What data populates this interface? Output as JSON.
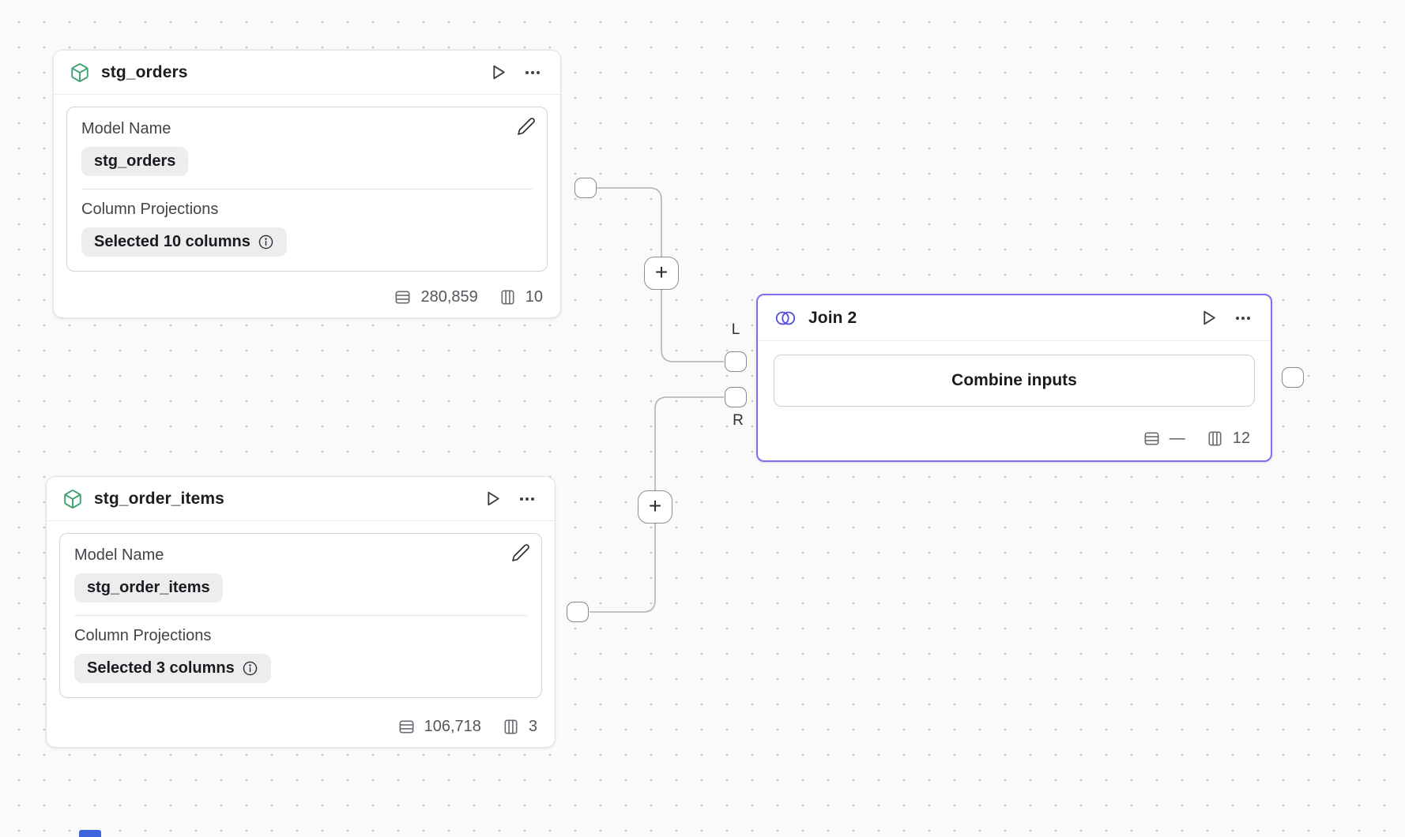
{
  "canvas": {
    "background": "#fafafa",
    "dot_color": "#c9c9cf",
    "accent_purple": "#7b70ee",
    "join_icon_color": "#5450dc",
    "model_icon_color": "#3aa06d",
    "connector_color": "#b2b2b8"
  },
  "n1": {
    "title": "stg_orders",
    "model_label": "Model Name",
    "model_value": "stg_orders",
    "proj_label": "Column Projections",
    "proj_value": "Selected 10 columns",
    "rows": "280,859",
    "cols": "10"
  },
  "n2": {
    "title": "stg_order_items",
    "model_label": "Model Name",
    "model_value": "stg_order_items",
    "proj_label": "Column Projections",
    "proj_value": "Selected 3 columns",
    "rows": "106,718",
    "cols": "3"
  },
  "join": {
    "title": "Join 2",
    "button_label": "Combine inputs",
    "rows": "—",
    "cols": "12",
    "left_label": "L",
    "right_label": "R"
  },
  "connectors": {
    "plus_label": "+"
  }
}
